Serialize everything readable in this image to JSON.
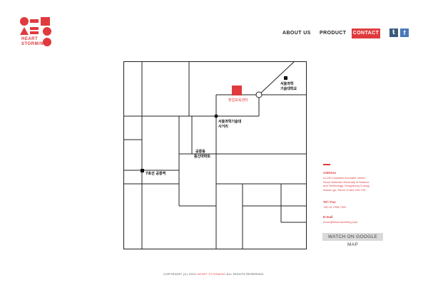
{
  "brand": {
    "logo_text": [
      "HEART",
      "STORMING"
    ],
    "accent": "#e03a3e"
  },
  "nav": {
    "about": "ABOUT US",
    "product": "PRODUCT",
    "contact": "CONTACT"
  },
  "social": {
    "tumblr": "t",
    "facebook": "f"
  },
  "map_labels": {
    "university": [
      "서울과학",
      "기술대학교"
    ],
    "incubator": "창업보육센터",
    "intersection": [
      "서울과학기술대",
      "사거리"
    ],
    "apartment": [
      "공릉동",
      "동신아파트"
    ],
    "station": "7호선 공릉역"
  },
  "contact": {
    "address_label": "Address",
    "address_lines": [
      "no.201 business incubator center",
      "Seoul National University of Science",
      "and Technology, Gongneung 2-dong,",
      "Nowon-gu, Seoul, Korea 139-743"
    ],
    "tel_label": "Tel / Fax",
    "tel_value": "+82.10.7938.7222",
    "email_label": "E-mail",
    "email_value": "move@heart-storming.com",
    "map_button": "WATCH ON GOOGLE MAP"
  },
  "footer": {
    "prefix": "COPYRIGHT (C) 2013",
    "brand": "HEART STORMING",
    "suffix": "ALL RIGHTS RESERVED."
  }
}
